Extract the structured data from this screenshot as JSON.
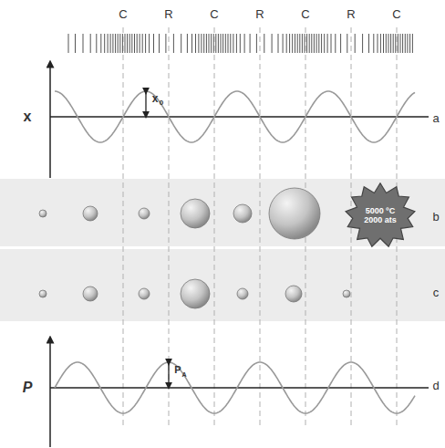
{
  "diagram": {
    "nodes": [
      {
        "text": [
          "5000 ºC 2000 ats"
        ]
      }
    ],
    "labels": [
      "C",
      "R",
      "C",
      "R",
      "C",
      "R",
      "C",
      "x",
      "x",
      "0",
      "a",
      "b",
      "c",
      "d",
      "P",
      "P",
      "A"
    ]
  }
}
